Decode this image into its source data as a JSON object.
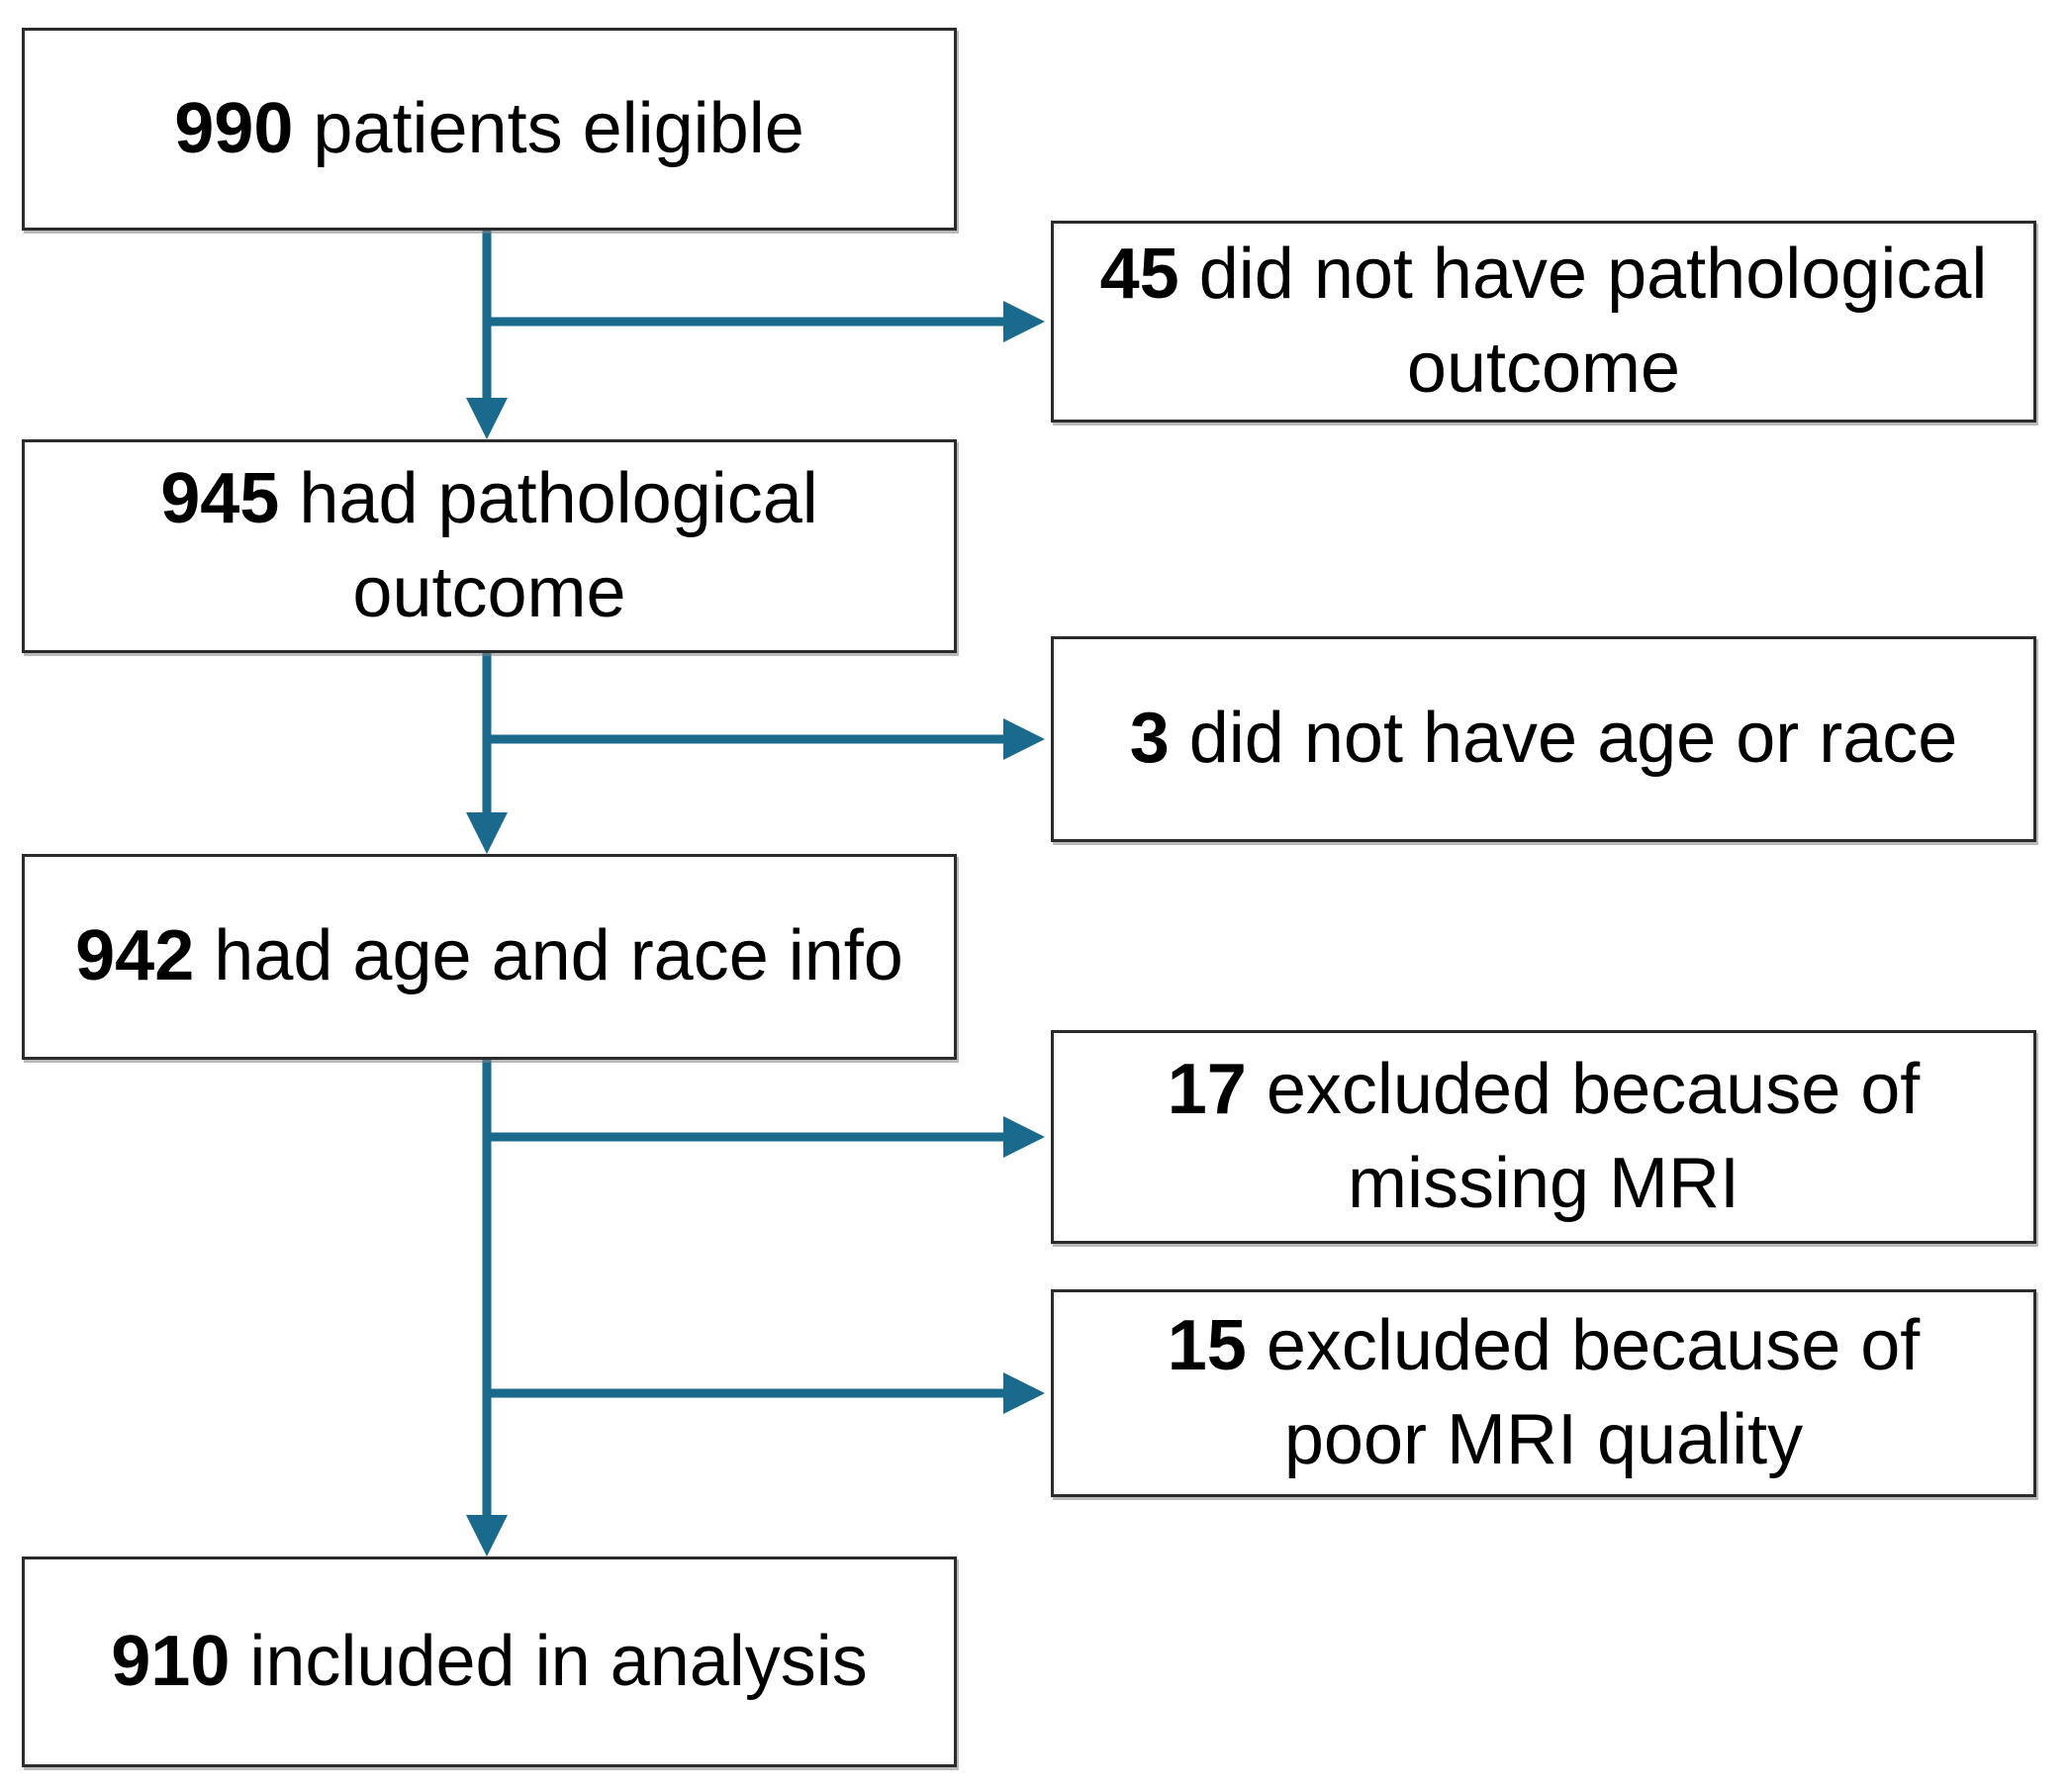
{
  "colors": {
    "arrow": "#1A6A8D",
    "box_border": "#2B2B2B",
    "text": "#000000",
    "background": "#FFFFFF"
  },
  "flow": {
    "main_path": [
      {
        "count": "990",
        "label": "patients eligible"
      },
      {
        "count": "945",
        "label": "had pathological outcome"
      },
      {
        "count": "942",
        "label": "had age and race info"
      },
      {
        "count": "910",
        "label": "included in analysis"
      }
    ],
    "exclusions": [
      {
        "count": "45",
        "label": "did not have pathological outcome"
      },
      {
        "count": "3",
        "label": "did not have age or race"
      },
      {
        "count": "17",
        "label": "excluded because of missing MRI"
      },
      {
        "count": "15",
        "label": "excluded because of poor MRI quality"
      }
    ]
  }
}
